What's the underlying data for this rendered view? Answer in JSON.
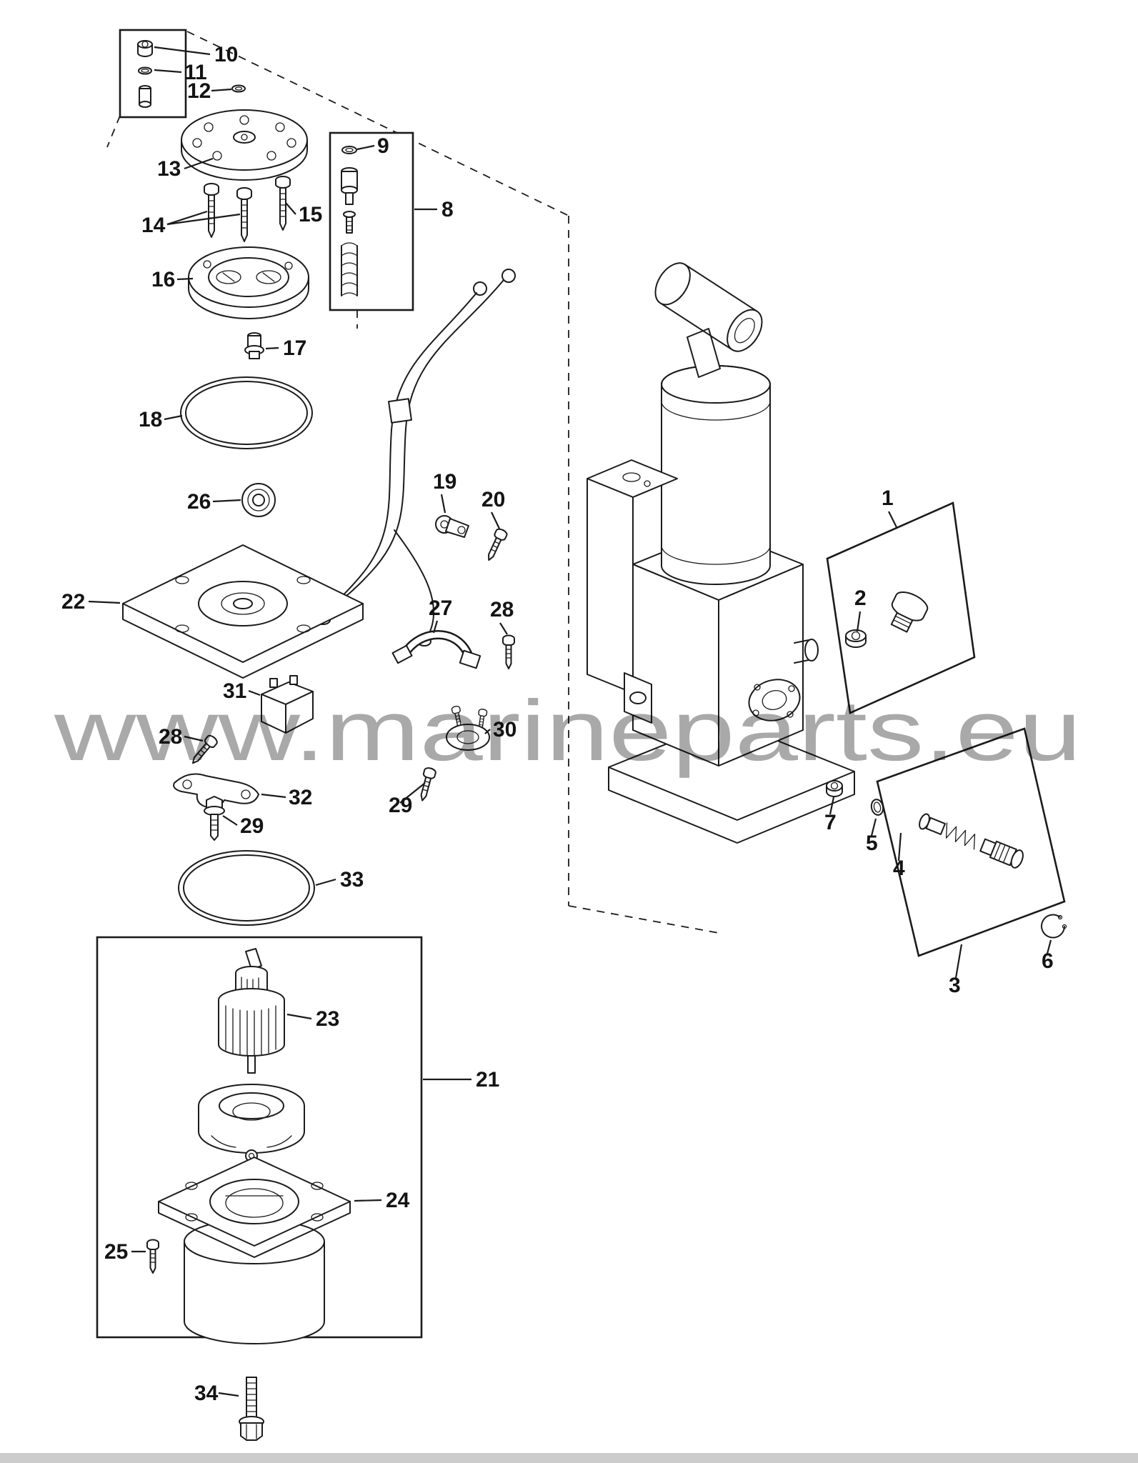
{
  "watermark": "www.marineparts.eu",
  "colors": {
    "line": "#1b1b1b",
    "watermark": "#9a9a9a",
    "background": "#ffffff",
    "footer_strip": "#cccccc"
  },
  "labels": {
    "l1": "1",
    "l2": "2",
    "l3": "3",
    "l4": "4",
    "l5": "5",
    "l6": "6",
    "l7": "7",
    "l8": "8",
    "l9": "9",
    "l10": "10",
    "l11": "11",
    "l12": "12",
    "l13": "13",
    "l14": "14",
    "l15": "15",
    "l16": "16",
    "l17": "17",
    "l18": "18",
    "l19": "19",
    "l20": "20",
    "l21": "21",
    "l22": "22",
    "l23": "23",
    "l24": "24",
    "l25": "25",
    "l26": "26",
    "l27": "27",
    "l28a": "28",
    "l28b": "28",
    "l29a": "29",
    "l29b": "29",
    "l30": "30",
    "l31": "31",
    "l32": "32",
    "l33": "33",
    "l34": "34"
  }
}
